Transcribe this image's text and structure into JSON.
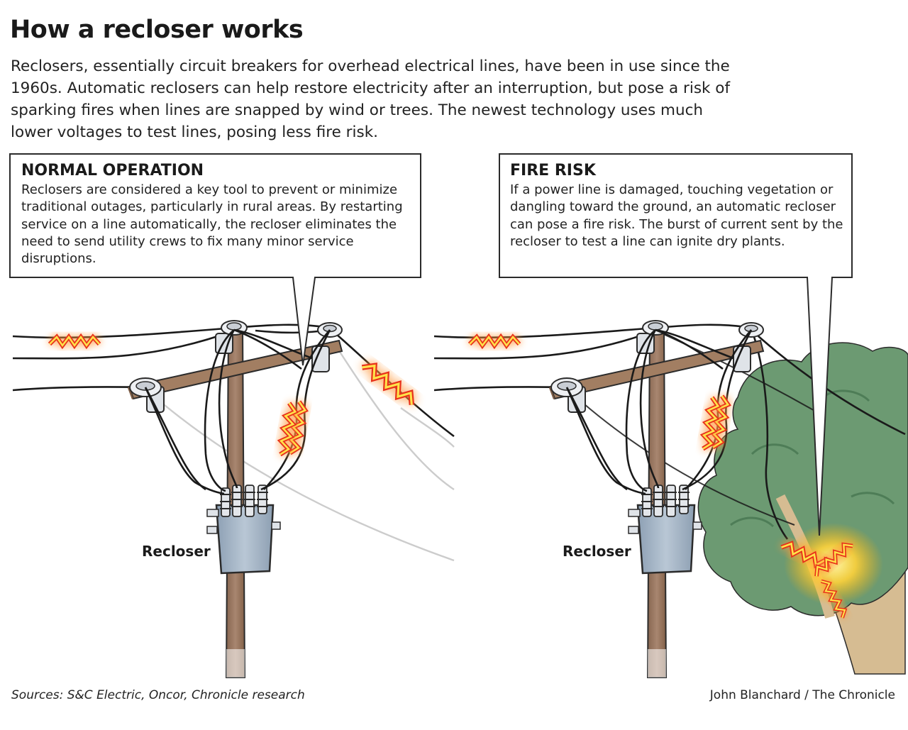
{
  "header": {
    "title": "How a recloser works",
    "intro": "Reclosers, essentially circuit breakers for overhead electrical lines, have been in use since the 1960s. Automatic reclosers can help restore electricity after an interruption, but pose a risk of sparking fires when lines are snapped by wind or trees. The newest technology uses much lower voltages to test lines, posing less fire risk."
  },
  "panels": {
    "normal": {
      "heading": "NORMAL OPERATION",
      "body": "Reclosers are considered a key tool to prevent or minimize traditional outages, particularly in rural areas. By restarting service on a line automatically, the recloser eliminates the need to send utility crews to fix many minor service disruptions.",
      "label": "Recloser"
    },
    "fire": {
      "heading": "FIRE RISK",
      "body": "If a power line is damaged, touching vegetation or dangling toward the ground, an automatic recloser can pose a fire risk. The burst of current sent by the recloser to test a line can ignite dry plants.",
      "label": "Recloser"
    }
  },
  "footer": {
    "sources": "Sources: S&C Electric, Oncor, Chronicle research",
    "credit": "John Blanchard / The Chronicle"
  },
  "colors": {
    "pole": "#9b7a63",
    "crossarm": "#a27e62",
    "recloser_box": "#a7b7c7",
    "insulator": "#dfe3e8",
    "tree": "#6c9a72",
    "trunk": "#d6bc92",
    "spark_fill": "#ffe24a",
    "spark_outline": "#e8311a",
    "text": "#222222"
  }
}
